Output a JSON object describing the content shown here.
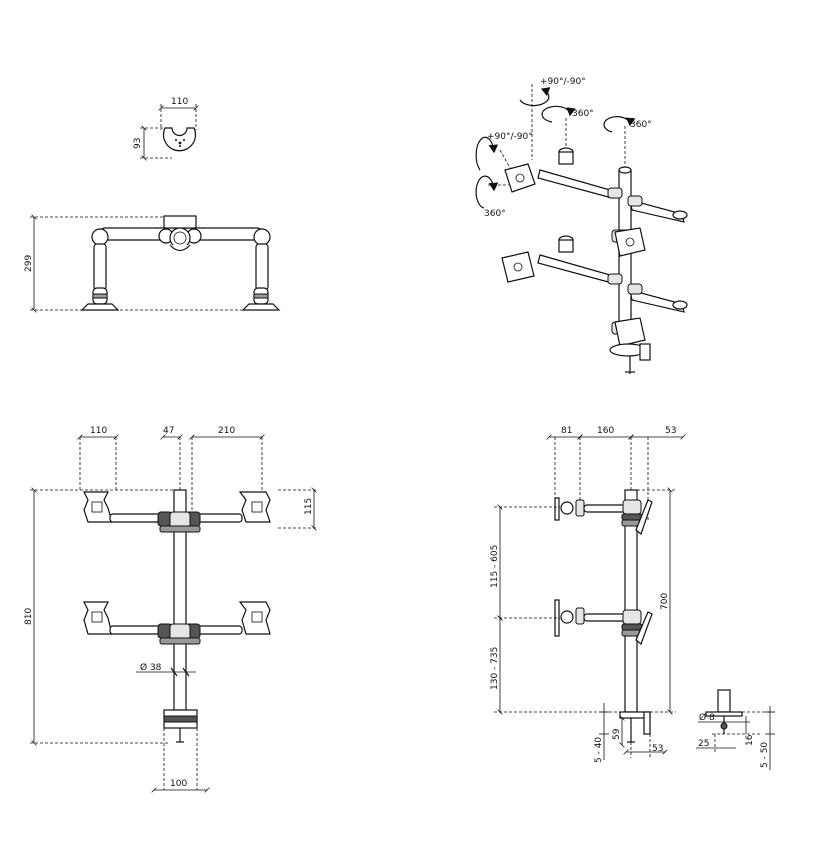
{
  "top_left": {
    "pivot_width": "110",
    "pivot_height": "93",
    "base_height": "299"
  },
  "top_right": {
    "rot_tilt_top": "+90°/-90°",
    "rot_360_a": "360°",
    "rot_360_b": "360°",
    "rot_tilt_side": "+90°/-90°",
    "rot_360_c": "360°"
  },
  "front": {
    "vesa_left": "110",
    "pole_width": "47",
    "arm_reach": "210",
    "vesa_height": "115",
    "total_height": "810",
    "pole_diameter": "Ø 38",
    "clamp_width": "100"
  },
  "side": {
    "offset_81": "81",
    "offset_160": "160",
    "offset_53": "53",
    "upper_range": "115 - 605",
    "lower_range": "130 - 735",
    "pole_height": "700",
    "desk_range": "5 - 40",
    "clamp_59": "59",
    "clamp_53": "53"
  },
  "grommet": {
    "bolt_diameter": "Ø 8",
    "bolt_16": "16",
    "bolt_25": "25",
    "bolt_range": "5 - 50"
  }
}
